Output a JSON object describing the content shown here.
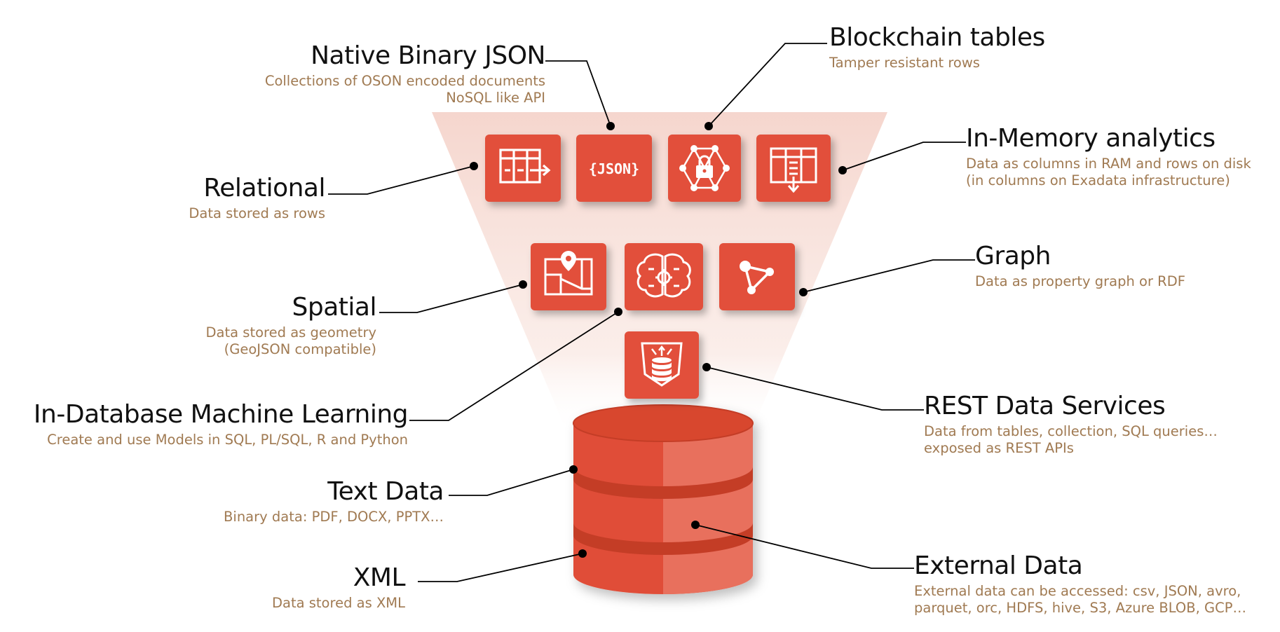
{
  "colors": {
    "tile": "#e2503a",
    "tile_glyph": "#ffffff",
    "funnel": "#f2c8bd",
    "db_body": "#e04e38",
    "db_light": "#e8705d",
    "db_band": "#c43d28",
    "title_text": "#111111",
    "desc_text": "#a07a52",
    "leader": "#000000"
  },
  "icons": [
    "relational-table-icon",
    "json-icon",
    "blockchain-lock-icon",
    "in-memory-columns-icon",
    "spatial-map-icon",
    "machine-learning-brain-icon",
    "graph-icon",
    "rest-services-icon",
    "database-icon"
  ],
  "labels": {
    "native_json": {
      "title": "Native Binary JSON",
      "desc1": "Collections of OSON encoded documents",
      "desc2": "NoSQL like API"
    },
    "blockchain": {
      "title": "Blockchain tables",
      "desc1": "Tamper resistant rows"
    },
    "relational": {
      "title": "Relational",
      "desc1": "Data stored as rows"
    },
    "in_memory": {
      "title": "In-Memory analytics",
      "desc1": "Data as columns in RAM and rows on disk",
      "desc2": "(in columns on Exadata infrastructure)"
    },
    "spatial": {
      "title": "Spatial",
      "desc1": "Data stored as geometry",
      "desc2": "(GeoJSON compatible)"
    },
    "graph": {
      "title": "Graph",
      "desc1": "Data as property graph or RDF"
    },
    "ml": {
      "title": "In-Database Machine Learning",
      "desc1": "Create and use Models in SQL, PL/SQL, R and Python"
    },
    "rest": {
      "title": "REST Data Services",
      "desc1": "Data from tables, collection, SQL queries…",
      "desc2": "exposed as REST APIs"
    },
    "text": {
      "title": "Text Data",
      "desc1": "Binary data: PDF, DOCX, PPTX…"
    },
    "external": {
      "title": "External Data",
      "desc1": "External data can be accessed: csv, JSON, avro,",
      "desc2": "parquet, orc, HDFS, hive, S3, Azure BLOB, GCP…"
    },
    "xml": {
      "title": "XML",
      "desc1": "Data stored as XML"
    }
  },
  "json_tile_text": "{JSON}"
}
